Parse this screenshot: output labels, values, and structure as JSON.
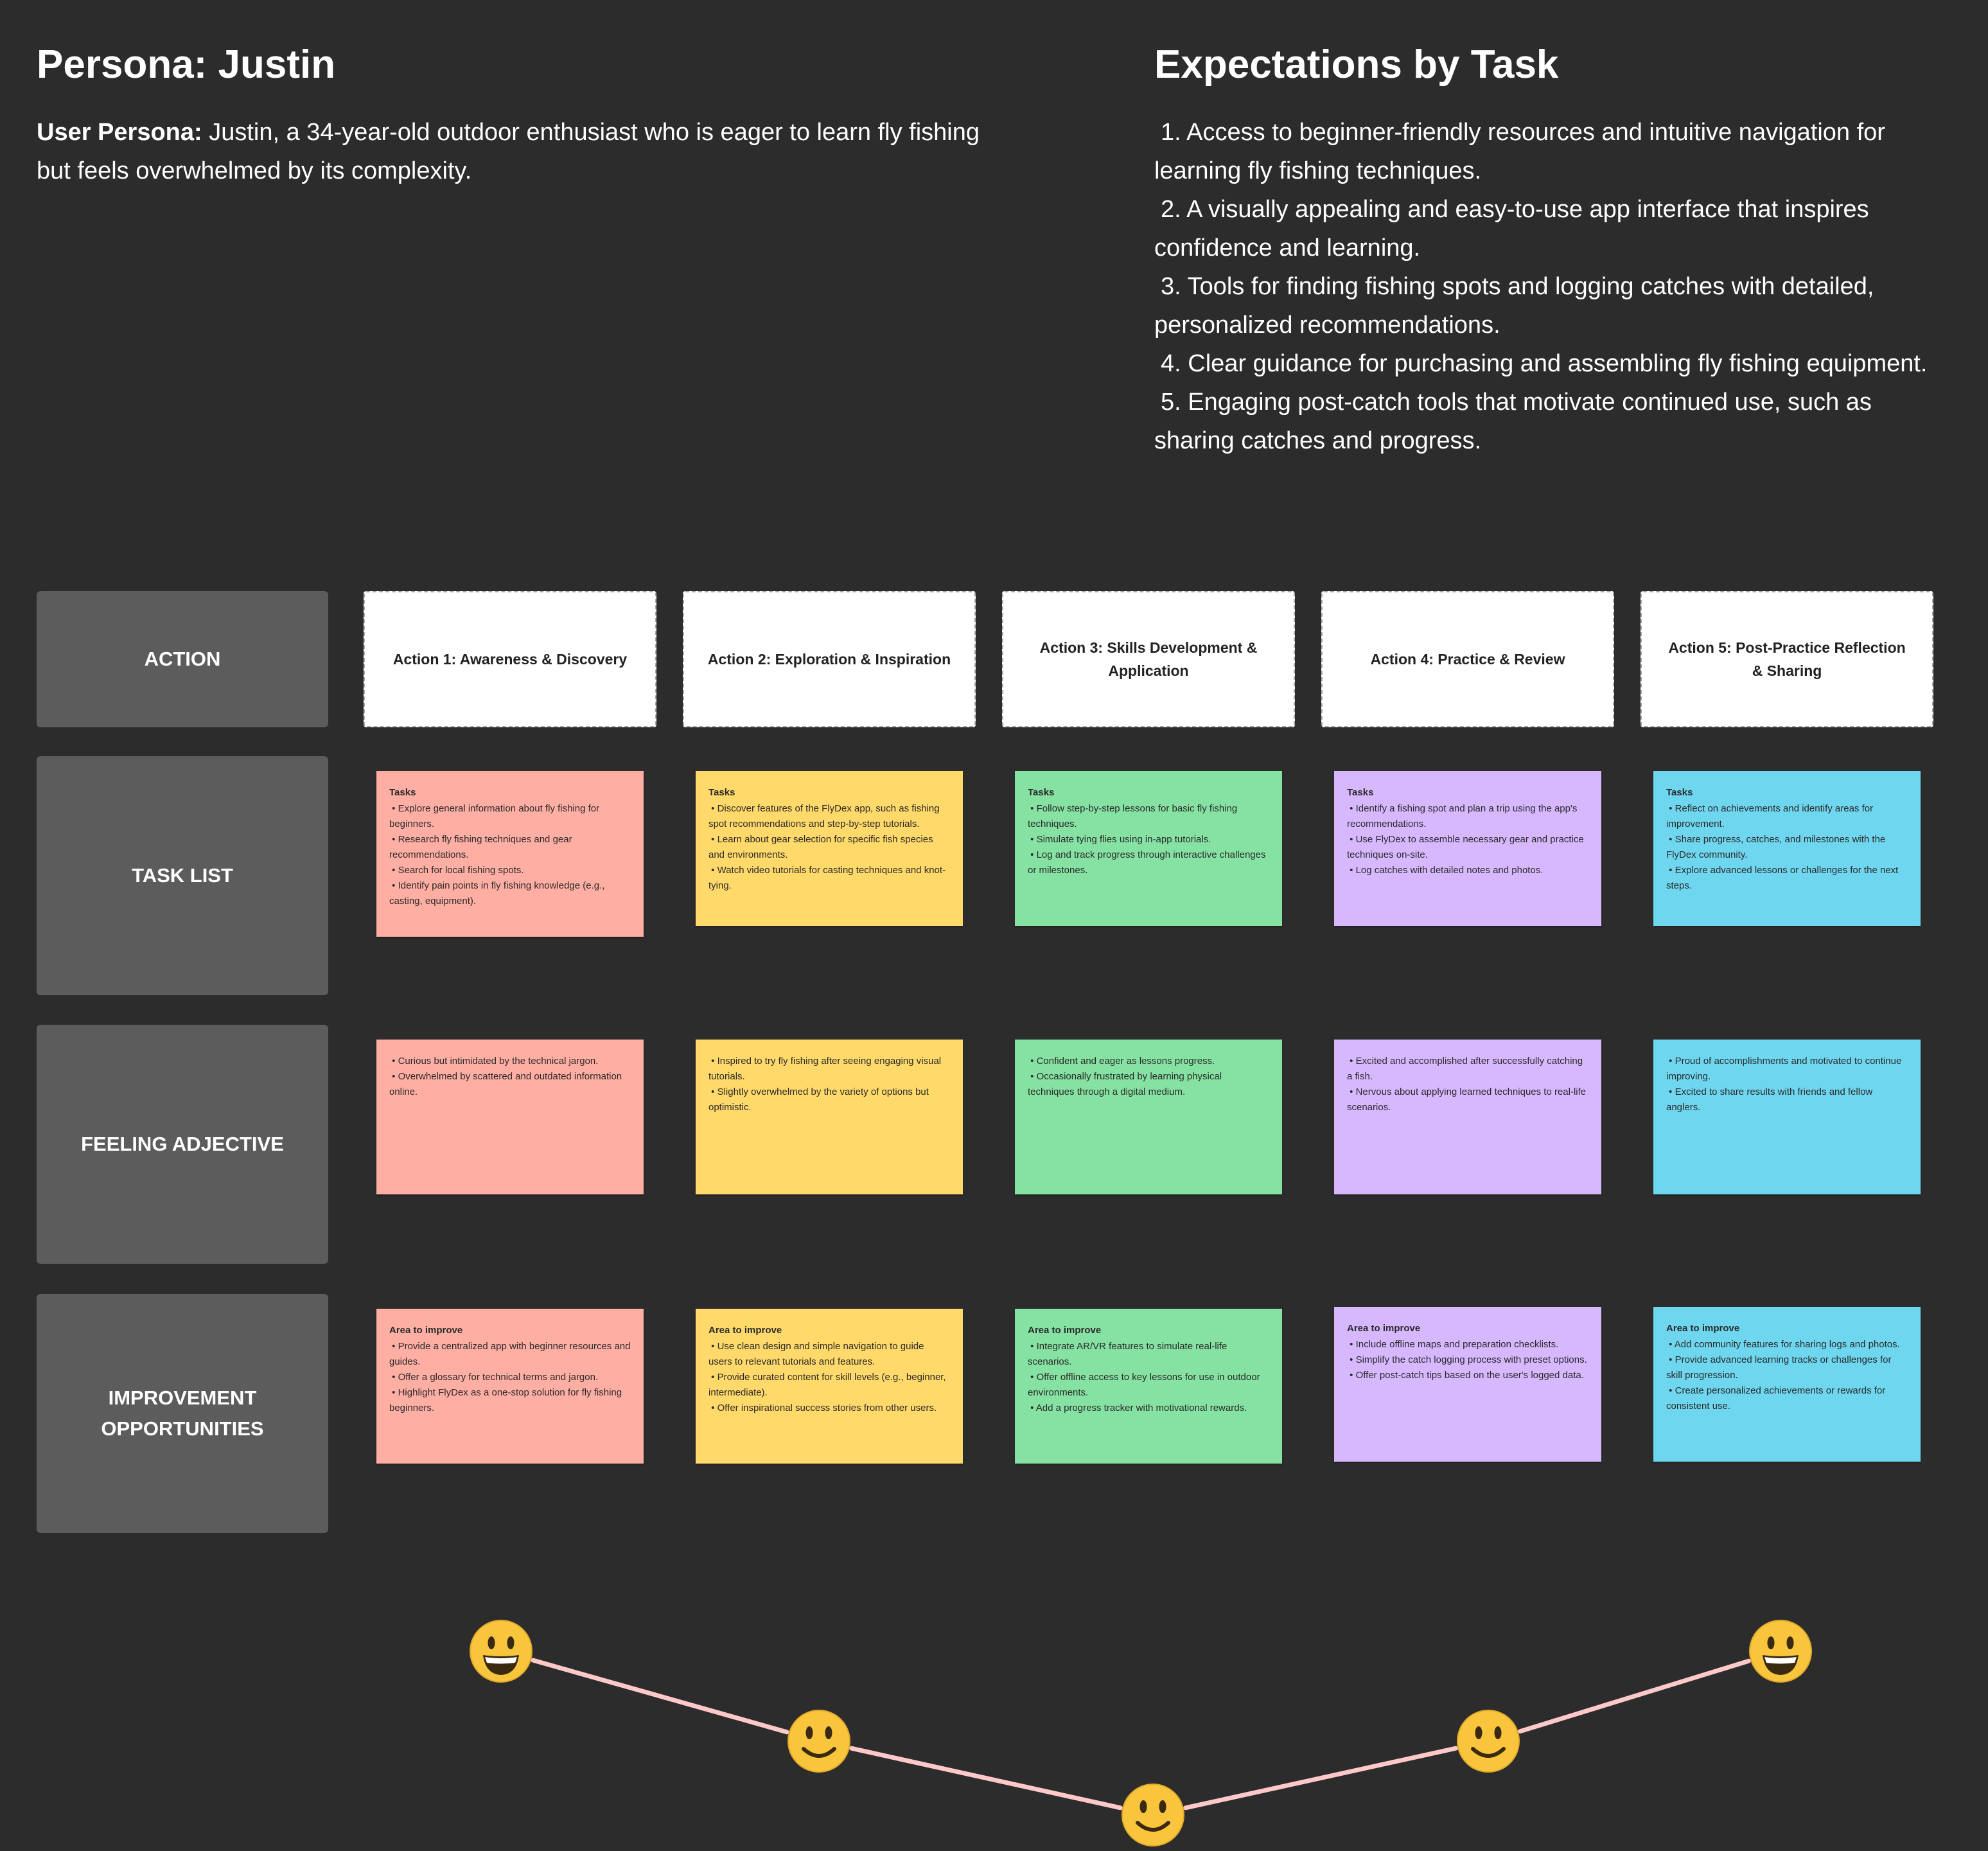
{
  "persona": {
    "title": "Persona: Justin",
    "label": "User Persona:",
    "description": " Justin, a 34-year-old outdoor enthusiast who is eager to learn fly fishing but feels overwhelmed by its complexity."
  },
  "expectations": {
    "title": "Expectations by Task",
    "items": [
      "1. Access to beginner-friendly resources and intuitive navigation for learning fly fishing techniques.",
      "2. A visually appealing and easy-to-use app interface that inspires confidence and learning.",
      "3. Tools for finding fishing spots and logging catches with detailed, personalized recommendations.",
      "4. Clear guidance for purchasing and assembling fly fishing equipment.",
      "5. Engaging post-catch tools that motivate continued use, such as sharing catches and progress."
    ]
  },
  "rows": {
    "action": "ACTION",
    "task_list": "TASK LIST",
    "feeling": "FEELING ADJECTIVE",
    "improvement": "IMPROVEMENT OPPORTUNITIES"
  },
  "actions": [
    "Action 1: Awareness & Discovery",
    "Action 2: Exploration & Inspiration",
    "Action 3: Skills Development & Application",
    "Action 4: Practice & Review",
    "Action 5: Post-Practice Reflection & Sharing"
  ],
  "tasks_title": "Tasks",
  "tasks": [
    [
      "Explore general information about fly fishing for beginners.",
      "Research fly fishing techniques and gear recommendations.",
      "Search for local fishing spots.",
      "Identify pain points in fly fishing knowledge (e.g., casting, equipment)."
    ],
    [
      "Discover features of the FlyDex app, such as fishing spot recommendations and step-by-step tutorials.",
      "Learn about gear selection for specific fish species and environments.",
      "Watch video tutorials for casting techniques and knot-tying."
    ],
    [
      "Follow step-by-step lessons for basic fly fishing techniques.",
      "Simulate tying flies using in-app tutorials.",
      "Log and track progress through interactive challenges or milestones."
    ],
    [
      "Identify a fishing spot and plan a trip using the app's recommendations.",
      "Use FlyDex to assemble necessary gear and practice techniques on-site.",
      "Log catches with detailed notes and photos."
    ],
    [
      "Reflect on achievements and identify areas for improvement.",
      "Share progress, catches, and milestones with the FlyDex community.",
      "Explore advanced lessons or challenges for the next steps."
    ]
  ],
  "feelings": [
    [
      "Curious but intimidated by the technical jargon.",
      "Overwhelmed by scattered and outdated information online."
    ],
    [
      "Inspired to try fly fishing after seeing engaging visual tutorials.",
      "Slightly overwhelmed by the variety of options but optimistic."
    ],
    [
      "Confident and eager as lessons progress.",
      "Occasionally frustrated by learning physical techniques through a digital medium."
    ],
    [
      "Excited and accomplished after successfully catching a fish.",
      "Nervous about applying learned techniques to real-life scenarios."
    ],
    [
      "Proud of accomplishments and motivated to continue improving.",
      "Excited to share results with friends and fellow anglers."
    ]
  ],
  "improve_title": "Area to improve",
  "improvements": [
    [
      "Provide a centralized app with beginner resources and guides.",
      "Offer a glossary for technical terms and jargon.",
      "Highlight FlyDex as a one-stop solution for fly fishing beginners."
    ],
    [
      "Use clean design and simple navigation to guide users to relevant tutorials and features.",
      "Provide curated content for skill levels (e.g., beginner, intermediate).",
      "Offer inspirational success stories from other users."
    ],
    [
      "Integrate AR/VR features to simulate real-life scenarios.",
      "Offer offline access to key lessons for use in outdoor environments.",
      "Add a progress tracker with motivational rewards."
    ],
    [
      "Include offline maps and preparation checklists.",
      "Simplify the catch logging process with preset options.",
      "Offer post-catch tips based on the user's logged data."
    ],
    [
      "Add community features for sharing logs and photos.",
      "Provide advanced learning tracks or challenges for skill progression.",
      "Create personalized achievements or rewards for consistent use."
    ]
  ],
  "journey": {
    "levels": [
      5,
      3,
      2,
      3,
      5
    ],
    "faces": [
      "grinning-face",
      "smiling-face",
      "smiling-face",
      "smiling-face",
      "grinning-face"
    ],
    "line_color": "#ffc9c9",
    "face_color": "#f8c53c"
  },
  "colors": [
    "#ffaea3",
    "#ffd96a",
    "#86e2a2",
    "#d7b8ff",
    "#6fd6ef"
  ]
}
